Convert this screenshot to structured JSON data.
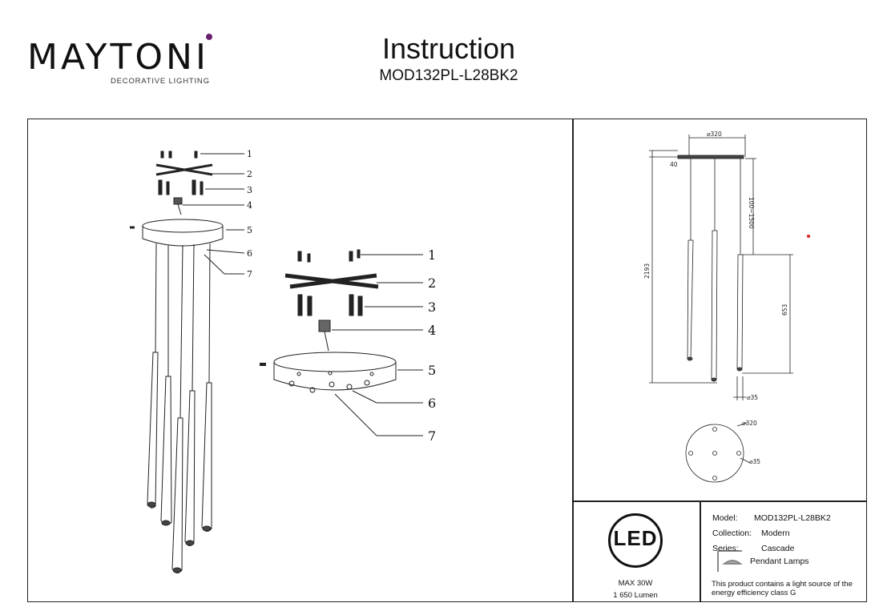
{
  "brand": {
    "name": "MAYTONI",
    "tagline": "DECORATIVE LIGHTING"
  },
  "header": {
    "title": "Instruction",
    "model": "MOD132PL-L28BK2"
  },
  "parts_labels": [
    "1",
    "2",
    "3",
    "4",
    "5",
    "6",
    "7"
  ],
  "dimensions": {
    "canopy_top": "⌀320",
    "canopy_height": "40",
    "adjust_range": "100~1500",
    "total_height": "2193",
    "shade_length": "653",
    "shade_diameter": "⌀35",
    "plate_diameter": "⌀320",
    "hole_diameter": "⌀35"
  },
  "spec": {
    "led_label": "LED",
    "power": "MAX 30W",
    "lumen": "1 650 Lumen",
    "model_label": "Model:",
    "model_value": "MOD132PL-L28BK2",
    "collection_label": "Collection:",
    "collection_value": "Modern",
    "series_label": "Series:",
    "series_value": "Cascade",
    "type_value": "Pendant Lamps",
    "note": "This product contains a light source of the energy efficiency class G"
  }
}
